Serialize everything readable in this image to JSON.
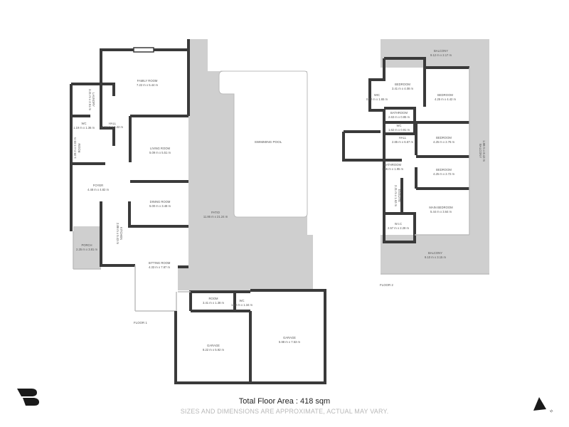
{
  "colors": {
    "wall": "#3a3a3a",
    "outdoor": "#cfcfcf",
    "text": "#555555"
  },
  "floor1": {
    "label": "FLOOR 1",
    "rooms": [
      {
        "name": "FAMILY ROOM",
        "dims": "7.22 m x 5.44 m"
      },
      {
        "name": "LAUNDRY",
        "dims": "3.21 m x 2.51 m"
      },
      {
        "name": "WC",
        "dims": "1.19 m x 1.36 m"
      },
      {
        "name": "HALL",
        "dims": "2.94 m x 4.22 m"
      },
      {
        "name": "ROOM",
        "dims": "1.28 m x 2.03 m"
      },
      {
        "name": "LIVING ROOM",
        "dims": "5.09 m x 5.51 m"
      },
      {
        "name": "FOYER",
        "dims": "4.48 m x 4.82 m"
      },
      {
        "name": "DINING ROOM",
        "dims": "5.00 m x 3.48 m"
      },
      {
        "name": "KITCHEN",
        "dims": "2.89 m x 5.43 m"
      },
      {
        "name": "PORCH",
        "dims": "2.25 m x 3.81 m"
      },
      {
        "name": "SITTING ROOM",
        "dims": "4.33 m x 7.87 m"
      },
      {
        "name": "PATIO",
        "dims": "11.86 m x 21.24 m"
      },
      {
        "name": "SWIMMING POOL",
        "dims": ""
      },
      {
        "name": "ROOM",
        "dims": "3.41 m x 1.38 m"
      },
      {
        "name": "WC",
        "dims": "1.20 m x 1.34 m"
      },
      {
        "name": "GARAGE",
        "dims": "8.22 m x 5.92 m"
      },
      {
        "name": "GARAGE",
        "dims": "5.98 m x 7.53 m"
      }
    ]
  },
  "floor2": {
    "label": "FLOOR 2",
    "rooms": [
      {
        "name": "BALCONY",
        "dims": "9.12 m x 2.17 m"
      },
      {
        "name": "BEDROOM",
        "dims": "3.41 m x 4.08 m"
      },
      {
        "name": "BEDROOM",
        "dims": "4.25 m x 4.42 m"
      },
      {
        "name": "WIC",
        "dims": "0.72 m x 1.65 m"
      },
      {
        "name": "BATHROOM",
        "dims": "2.63 m x 0.85 m"
      },
      {
        "name": "WC",
        "dims": "1.62 m x 0.91 m"
      },
      {
        "name": "HALL",
        "dims": "2.85 m x 6.67 m"
      },
      {
        "name": "BEDROOM",
        "dims": "4.25 m x 2.76 m"
      },
      {
        "name": "BATHROOM",
        "dims": "1.65 m x 1.95 m"
      },
      {
        "name": "BEDROOM",
        "dims": "4.25 m x 2.72 m"
      },
      {
        "name": "ENSUITE",
        "dims": "2.31 m x 1.62 m"
      },
      {
        "name": "MAIN BEDROOM",
        "dims": "5.44 m x 3.64 m"
      },
      {
        "name": "W.I.C",
        "dims": "2.57 m x 2.28 m"
      },
      {
        "name": "BALCONY",
        "dims": "9.10 m x 3.15 m"
      },
      {
        "name": "BALCONY",
        "dims": "1.88 m x 8.42 m"
      }
    ]
  },
  "footer": {
    "total": "Total Floor Area : 418 sqm",
    "disclaimer": "SIZES AND DIMENSIONS ARE APPROXIMATE, ACTUAL MAY VARY."
  },
  "icons": {
    "logo": "brand-logo",
    "compass": "north-arrow-icon",
    "compass_letter": "N"
  }
}
